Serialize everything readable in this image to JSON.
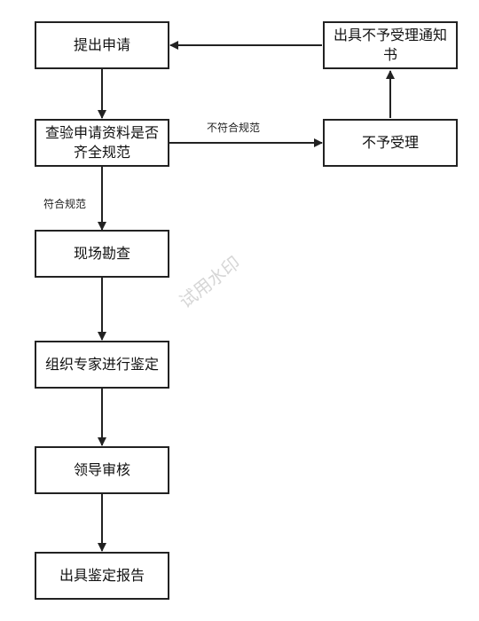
{
  "flowchart": {
    "nodes": {
      "submit": "提出申请",
      "check": "查验申请资料是否齐全规范",
      "reject": "不予受理",
      "notice": "出具不予受理通知书",
      "survey": "现场勘查",
      "expert": "组织专家进行鉴定",
      "review": "领导审核",
      "report": "出具鉴定报告"
    },
    "edge_labels": {
      "not_compliant": "不符合规范",
      "compliant": "符合规范"
    }
  },
  "watermark": "试用水印"
}
